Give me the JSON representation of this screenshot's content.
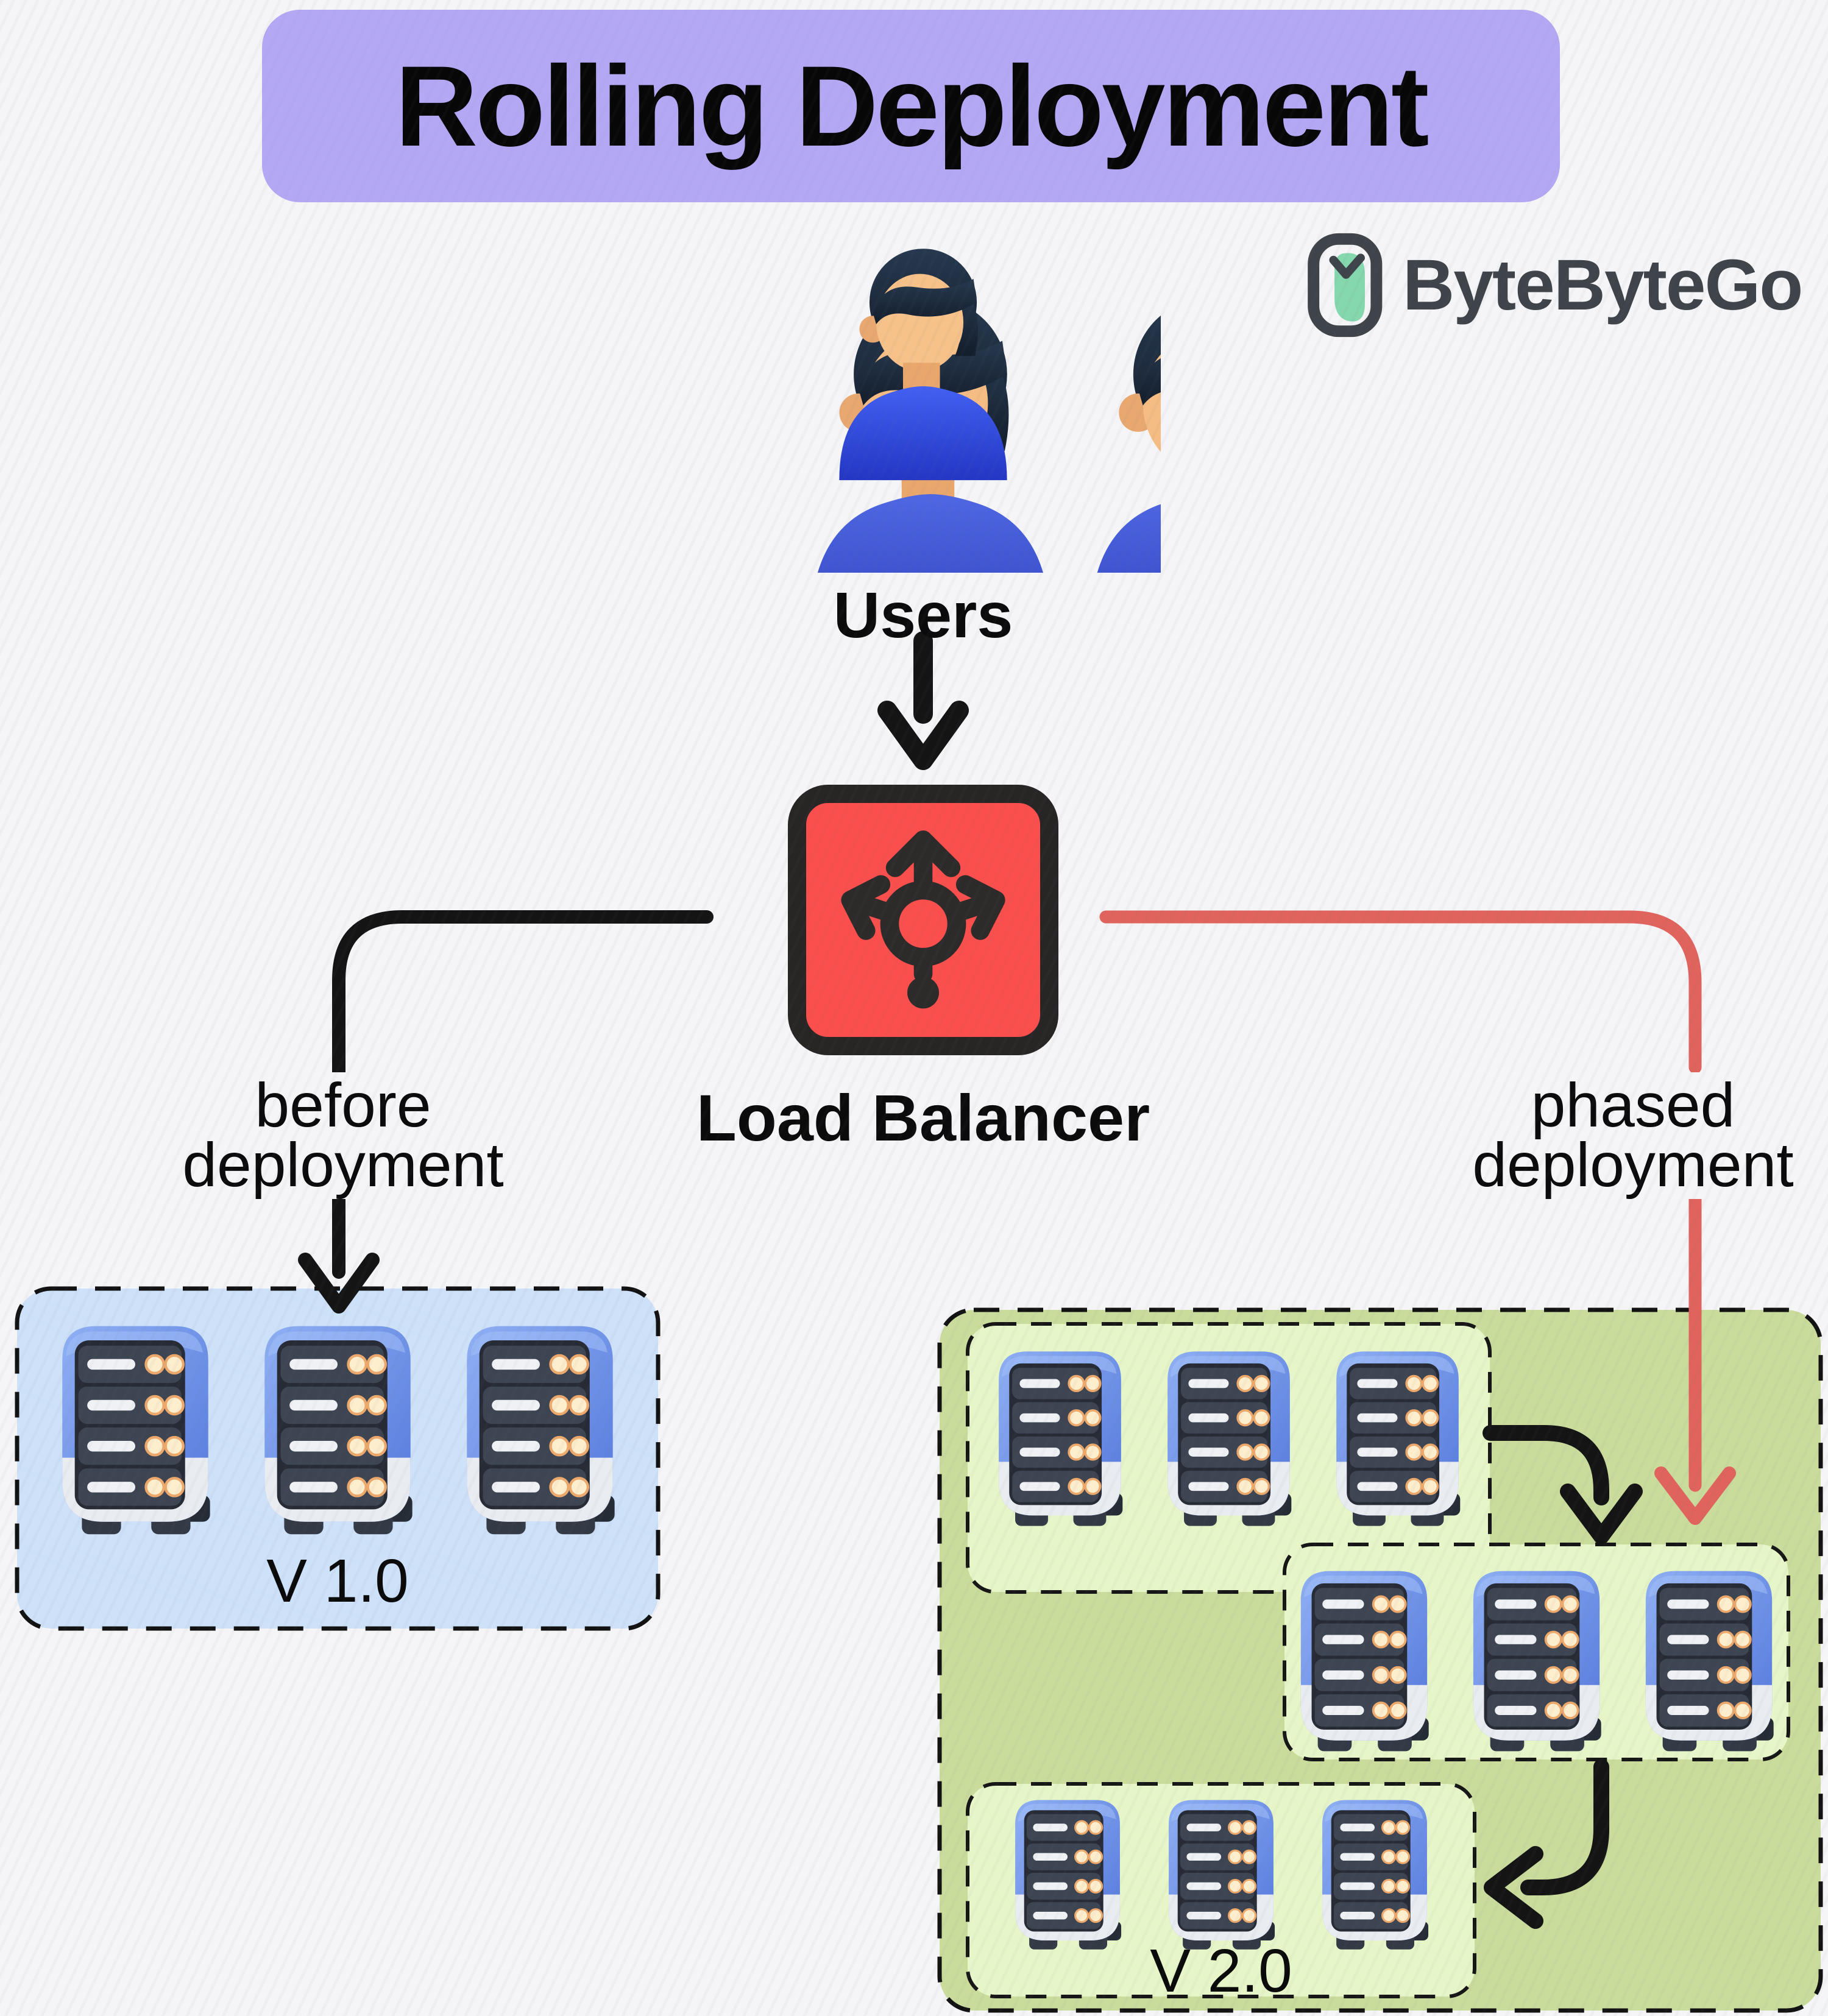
{
  "diagram_title": "Rolling Deployment",
  "brand": {
    "name": "ByteByteGo"
  },
  "nodes": {
    "users": {
      "label": "Users"
    },
    "load_balancer": {
      "label": "Load Balancer"
    }
  },
  "edges": {
    "before": {
      "line1": "before",
      "line2": "deployment"
    },
    "phased": {
      "line1": "phased",
      "line2": "deployment"
    }
  },
  "fleets": {
    "v1": {
      "version_label": "V 1.0",
      "server_count": 3
    },
    "v2": {
      "version_label": "V 2.0",
      "cluster_count": 3,
      "servers_per_cluster": 3
    }
  },
  "colors": {
    "background": "#f5f4f6",
    "banner": "#b4a8f5",
    "load_balancer_fill": "#fa4f4c",
    "black_connector": "#141414",
    "phased_connector": "#e0635d",
    "v1_box_fill": "#cde1f9",
    "v2_box_fill": "#cadc9c",
    "cluster_fill": "#e6f6c8",
    "server_blue": "#5d83e4",
    "brand_text": "#3e4449",
    "brand_mark_green": "#85d7ae"
  }
}
